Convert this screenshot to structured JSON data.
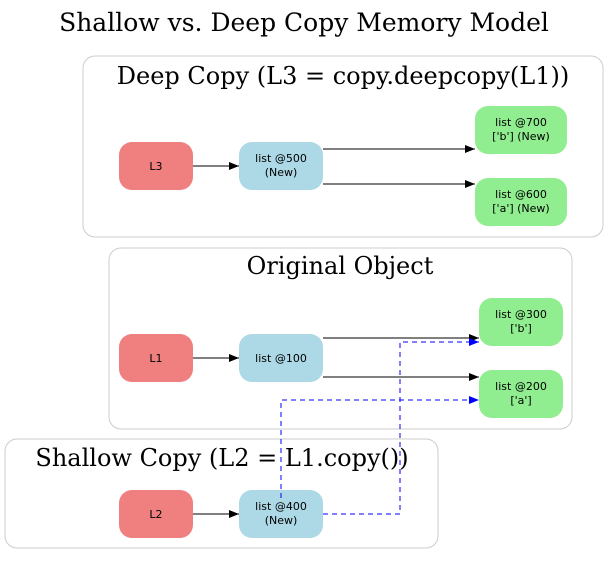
{
  "title": "Shallow vs. Deep Copy Memory Model",
  "colors": {
    "variable": "#f08080",
    "container": "#add8e6",
    "element": "#90ee90",
    "cluster_border": "#cccccc",
    "edge": "#000000",
    "shared_edge": "#0000ff"
  },
  "clusters": {
    "deep": {
      "label": "Deep Copy (L3 = copy.deepcopy(L1))"
    },
    "original": {
      "label": "Original Object"
    },
    "shallow": {
      "label": "Shallow Copy (L2 = L1.copy())"
    }
  },
  "nodes": {
    "L3": {
      "lines": [
        "L3"
      ]
    },
    "list500": {
      "lines": [
        "list @500",
        "(New)"
      ]
    },
    "list700": {
      "lines": [
        "list @700",
        "['b'] (New)"
      ]
    },
    "list600": {
      "lines": [
        "list @600",
        "['a'] (New)"
      ]
    },
    "L1": {
      "lines": [
        "L1"
      ]
    },
    "list100": {
      "lines": [
        "list @100"
      ]
    },
    "list300": {
      "lines": [
        "list @300",
        "['b']"
      ]
    },
    "list200": {
      "lines": [
        "list @200",
        "['a']"
      ]
    },
    "L2": {
      "lines": [
        "L2"
      ]
    },
    "list400": {
      "lines": [
        "list @400",
        "(New)"
      ]
    }
  },
  "edges": [
    {
      "from": "L3",
      "to": "list500",
      "style": "solid"
    },
    {
      "from": "list500",
      "to": "list700",
      "style": "solid"
    },
    {
      "from": "list500",
      "to": "list600",
      "style": "solid"
    },
    {
      "from": "L1",
      "to": "list100",
      "style": "solid"
    },
    {
      "from": "list100",
      "to": "list300",
      "style": "solid"
    },
    {
      "from": "list100",
      "to": "list200",
      "style": "solid"
    },
    {
      "from": "L2",
      "to": "list400",
      "style": "solid"
    },
    {
      "from": "list400",
      "to": "list300",
      "style": "dashed"
    },
    {
      "from": "list400",
      "to": "list200",
      "style": "dashed"
    }
  ]
}
